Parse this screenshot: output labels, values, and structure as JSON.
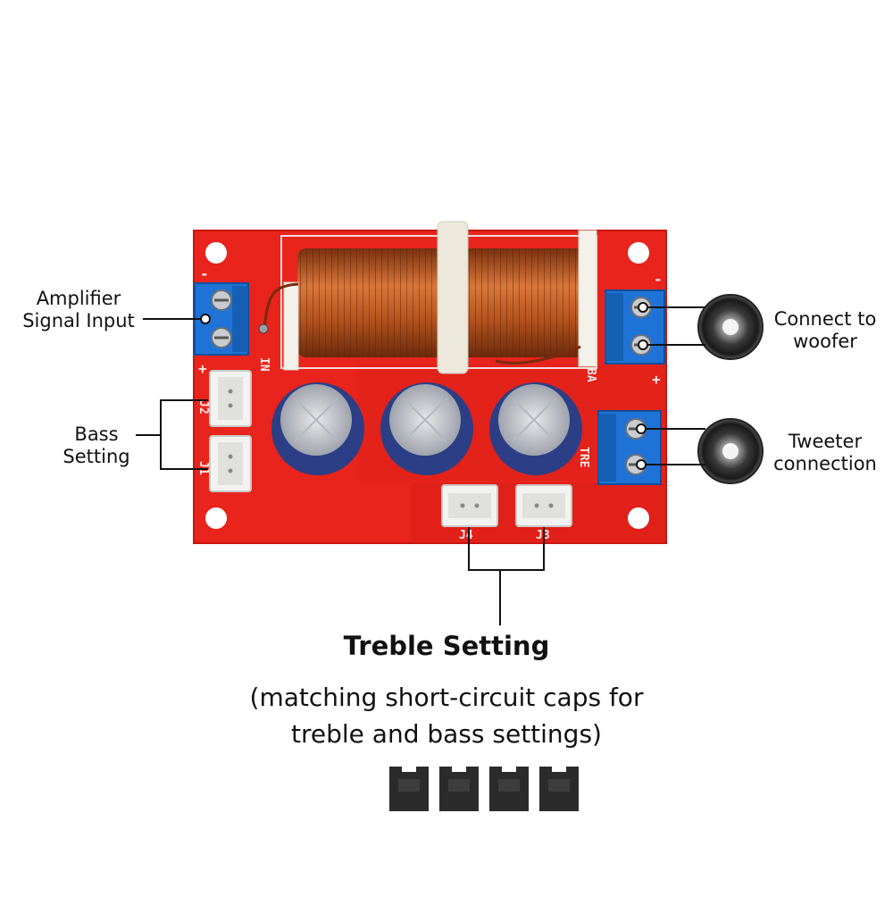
{
  "labels": {
    "amp_line1": "Amplifier",
    "amp_line2": "Signal Input",
    "bass_line1": "Bass",
    "bass_line2": "Setting",
    "woofer_line1": "Connect to",
    "woofer_line2": "woofer",
    "tweeter_line1": "Tweeter",
    "tweeter_line2": "connection"
  },
  "caption": {
    "title": "Treble Setting",
    "subtitle_line1": "(matching short-circuit caps for",
    "subtitle_line2": "treble and bass settings)"
  },
  "board_marks": {
    "j1": "J1",
    "j2": "J2",
    "j3": "J3",
    "j4": "J4",
    "in": "IN",
    "bass": "BA",
    "treble": "TRE",
    "plus": "+",
    "minus": "-"
  },
  "colors": {
    "board": "#e8241d",
    "terminal": "#1f73d6",
    "coil": "#b5531e",
    "capacitor": "#2c3f86",
    "connector": "#f2f2f0",
    "jumper": "#2b2b2b"
  },
  "jumper_count": 4
}
